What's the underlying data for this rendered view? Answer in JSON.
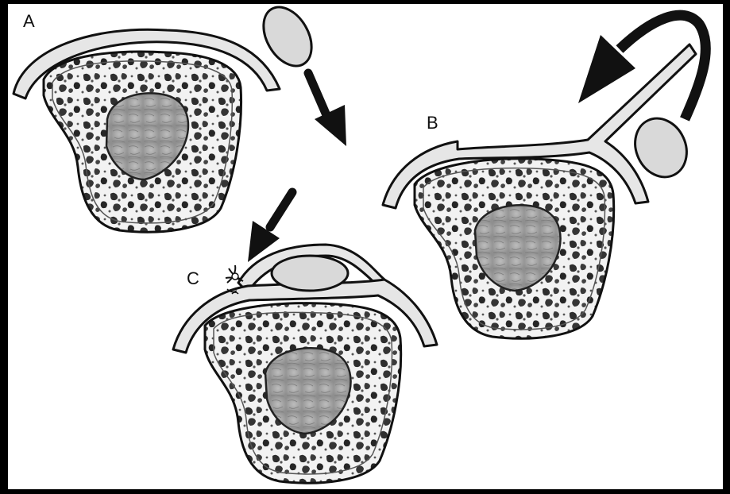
{
  "panels": [
    {
      "id": "A",
      "label": "A"
    },
    {
      "id": "B",
      "label": "B"
    },
    {
      "id": "C",
      "label": "C"
    }
  ],
  "colors": {
    "background_frame": "#000000",
    "panel_bg": "#ffffff",
    "outline": "#111111",
    "layer_fill": "#e6e6e6",
    "oval_fill": "#d9d9d9",
    "tissue_fill": "#f4f4f4",
    "spot_fill": "#333333",
    "core_fill": "#a8a8a8"
  },
  "icons": [
    "down-arrow-icon",
    "curved-arrow-icon",
    "suture-icon"
  ]
}
